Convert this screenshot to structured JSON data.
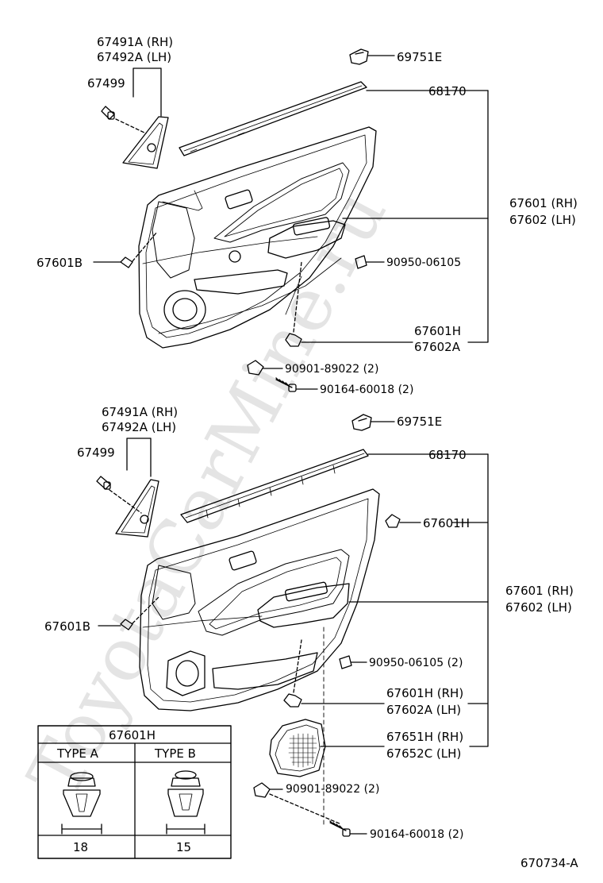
{
  "watermark": "ToyotaCarMine.ru",
  "diagram_code": "670734-A",
  "upper": {
    "glass_trim": [
      "67491A (RH)",
      "67492A (LH)"
    ],
    "screw_67499": "67499",
    "clip_69751E": "69751E",
    "weatherstrip": "68170",
    "panel": [
      "67601 (RH)",
      "67602 (LH)"
    ],
    "clip_67601B": "67601B",
    "part_90950": "90950-06105",
    "clip_67601H": [
      "67601H",
      "67602A"
    ],
    "part_90901": "90901-89022 (2)",
    "screw_90164": "90164-60018 (2)"
  },
  "lower": {
    "glass_trim": [
      "67491A (RH)",
      "67492A (LH)"
    ],
    "screw_67499": "67499",
    "clip_69751E": "69751E",
    "weatherstrip": "68170",
    "clip_67601H_top": "67601H",
    "panel": [
      "67601 (RH)",
      "67602 (LH)"
    ],
    "clip_67601B": "67601B",
    "part_90950": "90950-06105 (2)",
    "clip_67601H": [
      "67601H (RH)",
      "67602A (LH)"
    ],
    "speaker_grille": [
      "67651H (RH)",
      "67652C (LH)"
    ],
    "part_90901": "90901-89022 (2)",
    "screw_90164": "90164-60018 (2)"
  },
  "table": {
    "title": "67601H",
    "type_a": "TYPE A",
    "type_b": "TYPE B",
    "dim_a": "18",
    "dim_b": "15"
  }
}
